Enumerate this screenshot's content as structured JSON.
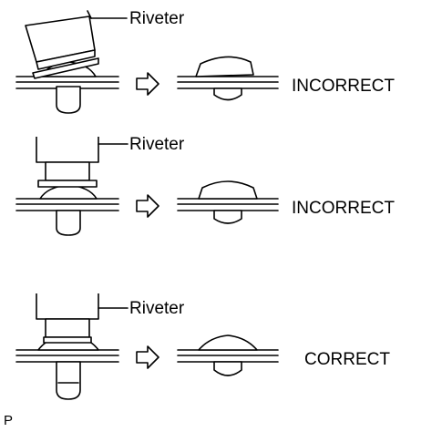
{
  "rows": [
    {
      "tool_label": "Riveter",
      "result_label": "INCORRECT"
    },
    {
      "tool_label": "Riveter",
      "result_label": "INCORRECT"
    },
    {
      "tool_label": "Riveter",
      "result_label": "CORRECT"
    }
  ],
  "footer_code": "P"
}
